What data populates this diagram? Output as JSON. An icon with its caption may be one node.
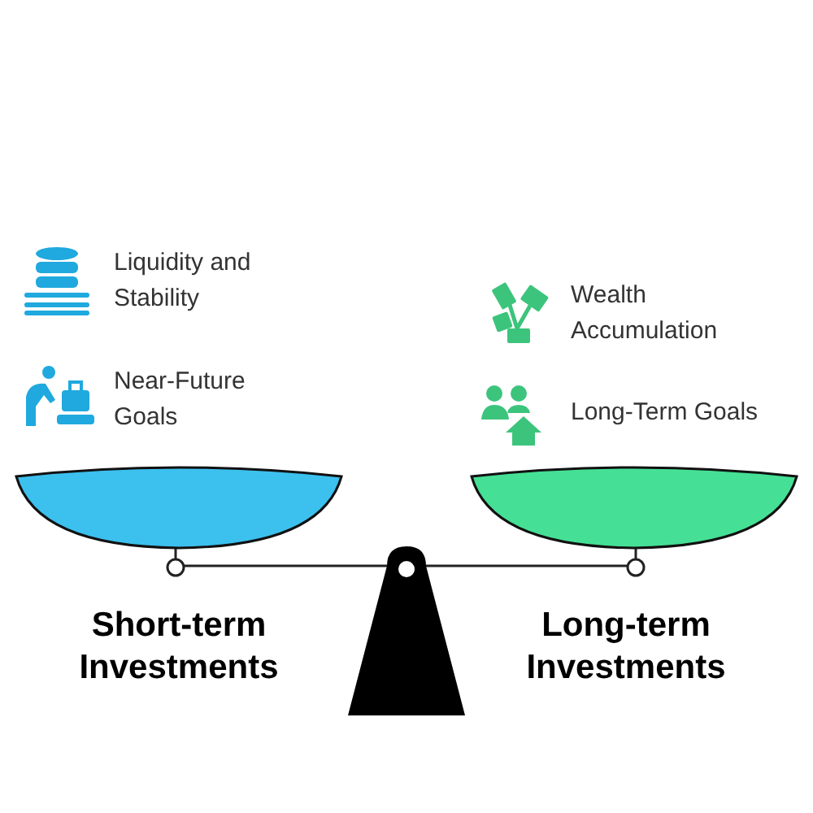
{
  "diagram": {
    "labels": [
      "Liquidity and Stability",
      "Wealth Accumulation",
      "Near-Future Goals",
      "Long-Term Goals",
      "Short-term Investments",
      "Long-term Investments"
    ]
  }
}
